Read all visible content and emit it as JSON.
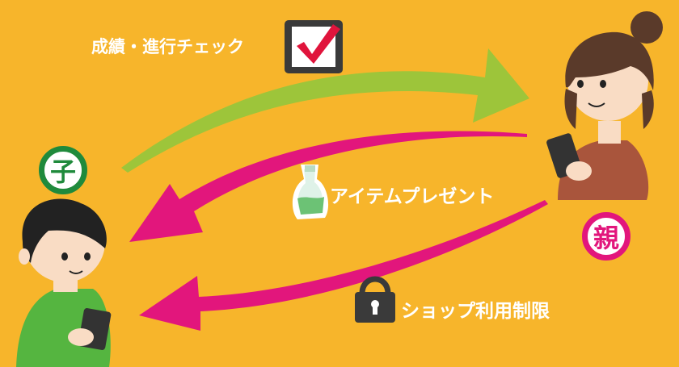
{
  "colors": {
    "background": "#F7B52B",
    "green_arrow": "#9DC53A",
    "pink_arrow": "#E2167C",
    "child_badge": "#1F8A3C",
    "parent_badge": "#E2167C",
    "child_shirt": "#55B540",
    "parent_shirt": "#A9553C"
  },
  "labels": {
    "check": "成績・進行チェック",
    "gift": "アイテムプレゼント",
    "shop": "ショップ利用制限"
  },
  "badges": {
    "child": "子",
    "parent": "親"
  },
  "icons": {
    "check": "checkbox-icon",
    "gift": "potion-bottle-icon",
    "shop": "padlock-icon"
  }
}
